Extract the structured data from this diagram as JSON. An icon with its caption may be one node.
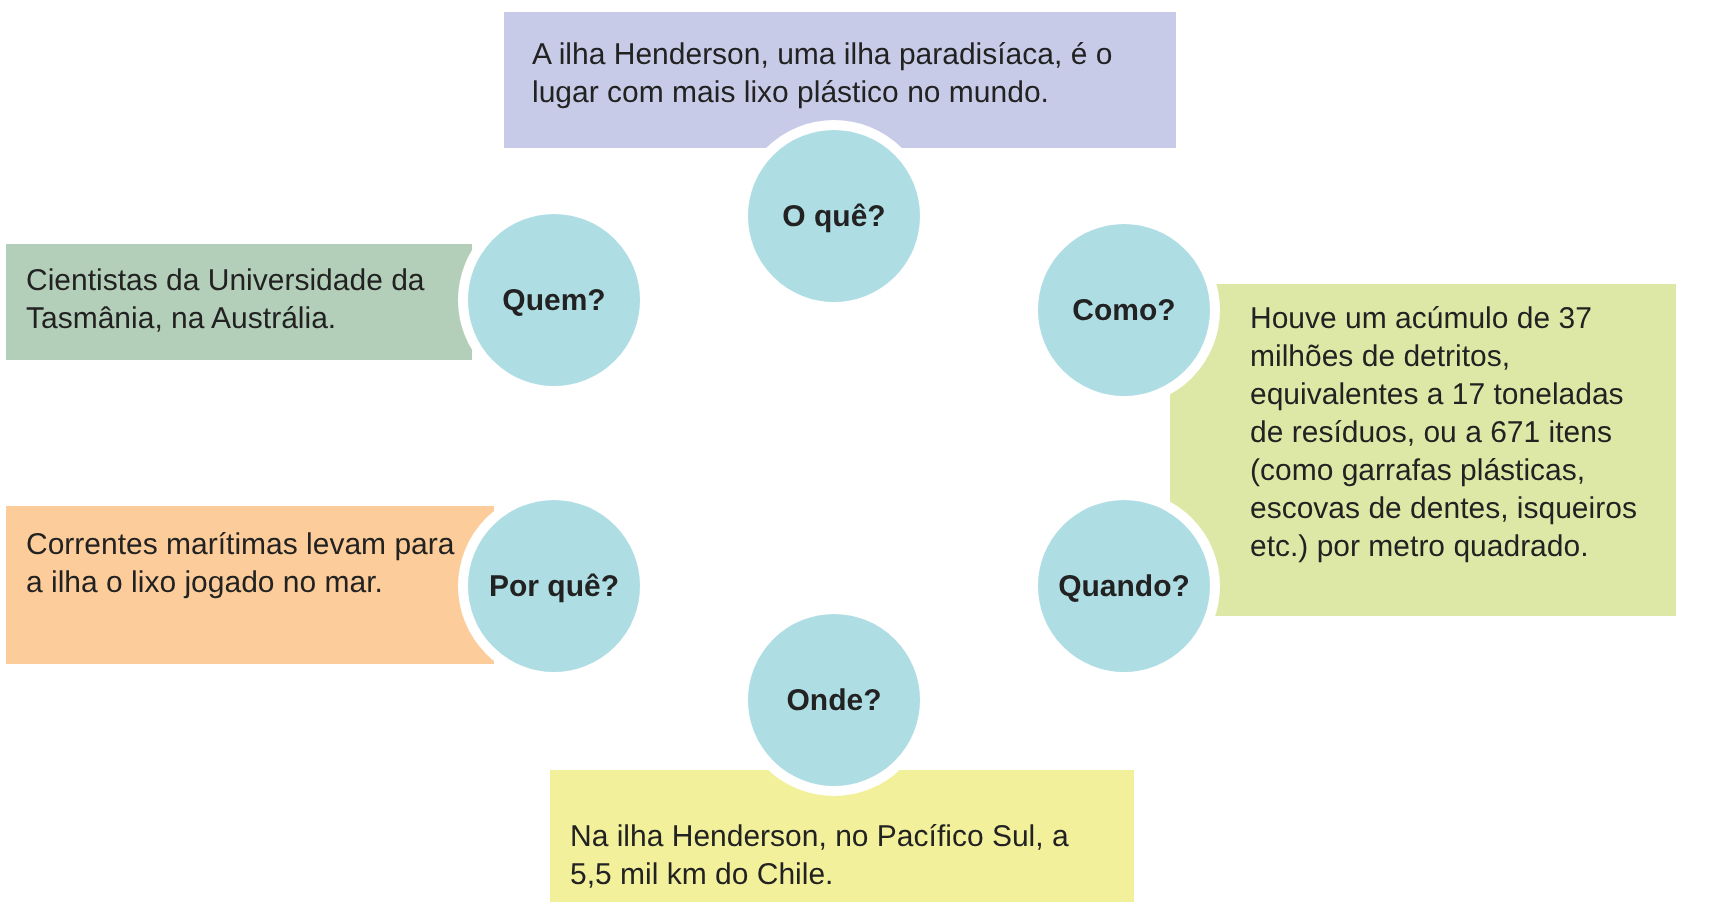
{
  "diagram": {
    "nodes": [
      {
        "text": [
          "A ilha Henderson, uma ilha paradisíaca, é o lugar com mais lixo plástico no mundo."
        ]
      },
      {
        "text": [
          "O quê?"
        ]
      },
      {
        "text": [
          "Cientistas da Universidade da Tasmânia, na Austrália."
        ]
      },
      {
        "text": [
          "Quem?"
        ]
      },
      {
        "text": [
          "Como?"
        ]
      },
      {
        "text": [
          "Houve um acúmulo de 37 milhões de detritos, equivalentes a 17 toneladas de resíduos, ou a 671 itens (como garrafas plásticas, escovas de dentes, isqueiros etc.) por metro quadrado."
        ]
      },
      {
        "text": [
          "Por quê?"
        ]
      },
      {
        "text": [
          "Correntes marítimas levam para a ilha o lixo jogado no mar."
        ]
      },
      {
        "text": [
          "Quando?"
        ]
      },
      {
        "text": [
          "Onde?"
        ]
      },
      {
        "text": [
          "Na ilha Henderson, no Pacífico Sul, a 5,5 mil km do Chile."
        ]
      }
    ]
  }
}
